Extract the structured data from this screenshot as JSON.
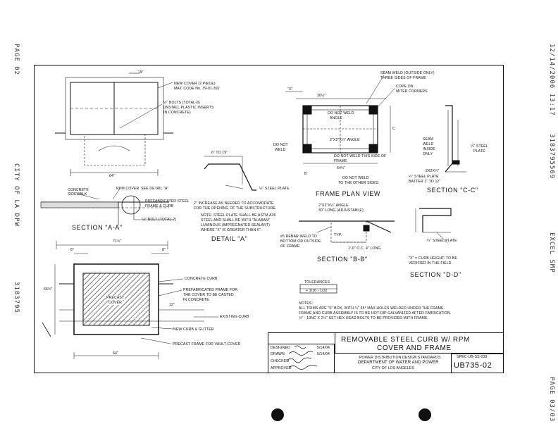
{
  "fax_header": {
    "page_top": "PAGE 02",
    "city": "CITY OF LA DPW",
    "number": "3183795",
    "date_time": "12/14/2006  13:17",
    "fax_number": "3183795569",
    "excel": "EXCEL SMP",
    "page_bottom": "PAGE 03/03"
  },
  "plan_view": {
    "new_cover": "NEW COVER (2 PIECE)",
    "mat_code": "MAT. CODE No. 39-01-392",
    "bolts": "½\" BOLTS (TOTAL-8)",
    "inserts1": "(INSTALL PLASTIC INSERTS",
    "inserts2": "IN CONCRETE)",
    "dim_a": "\"A\"",
    "dim_64": "64\""
  },
  "section_aa": {
    "concrete_sidewalk_1": "CONCRETE",
    "concrete_sidewalk_2": "SIDEWALK",
    "rpm_cover": "RPM COVER",
    "see_detail": "SEE DETAIL \"A\"",
    "prefab_1": "PREFABRICATED STEEL",
    "prefab_2": "FRAME & CURB",
    "bolt": "½\" BOLT (TOTAL-2)",
    "title": "SECTION \"A-A\""
  },
  "detail_a": {
    "dim": "6\" TO 19\"",
    "plate": "¼\" STEEL PLATE",
    "note1": "2\" INCREASE AS NEEDED TO ACCOMODATE",
    "note2": "FOR THE OPENING OF THE SUBSTRUCTURE.",
    "note3": "NOTE: STEEL PLATE SHALL BE ASTM A36",
    "note4": "STEEL AND SHALL BE WITH \"ALABAM\"",
    "note5": "LUMINOUS (IMPREGNATED SEALANT)",
    "note6": "WHERE \"X\" IS GREATER THAN 6\".",
    "title": "DETAIL \"A\""
  },
  "frame_plan": {
    "dim_x": "\"X\"",
    "dim_30": "30½\"",
    "seam_weld_1": "SEAM WELD (OUTSIDE ONLY)",
    "seam_weld_2": "THREE SIDES OF FRAME",
    "cope_1": "COPE ON",
    "cope_2": "MITER CORNERS",
    "do_not_weld_1": "DO NOT WELD",
    "do_not_weld_2": "ANGLE",
    "do_not_weld_3": "DO NOT",
    "do_not_weld_4": "WELD",
    "do_not_weld_5": "DO NOT WELD THIS SIDE OF",
    "do_not_weld_6": "FRAME",
    "angle": "2\"X2\"X¼\" ANGLE",
    "weld_other": "DO NOT WELD",
    "weld_other_2": "TO THE OTHER SIDES.",
    "dim_b": "B",
    "dim_c": "C",
    "dim_64": "64½\"",
    "title": "FRAME PLAN VIEW"
  },
  "section_cc": {
    "seam_weld_1": "SEAM",
    "seam_weld_2": "WELD",
    "seam_weld_3": "INSIDE",
    "seam_weld_4": "ONLY",
    "steel_plate_1": "¼\" STEEL",
    "steel_plate_2": "PLATE",
    "angle": "2X2X¼\"",
    "plate_1": "¼\" STEEL PLATE",
    "plate_2": "BATTER 1\" TO 12\"",
    "title": "SECTION \"C-C\""
  },
  "section_bb": {
    "angle_1": "2\"X2\"X¼\" ANGLE",
    "angle_2": "30\" LONG (ADJUSTABLE)",
    "weld_1": "#5 REBAR-WELD TO",
    "weld_2": "BOTTOM OR OUTSIDE",
    "weld_3": "OF FRAME",
    "typ": "TYP.",
    "spacing": "1'-0\" O.C. 4\" LONG",
    "title": "SECTION \"B-B\""
  },
  "section_dd": {
    "plate": "¼\" STEEL PLATE",
    "curb_1": "\"X\" = CURB HEIGHT. TO BE",
    "curb_2": "VERIFIED IN THE FIELD.",
    "title": "SECTION \"D-D\""
  },
  "lower_plan": {
    "dim_top": "71½\"",
    "dim_6": "6\"",
    "dim_8": "8\"",
    "dim_left": "66½\"",
    "dim_right": "12\"",
    "dim_bottom": "64\"",
    "cover_1": "PRECAST",
    "cover_2": "COVER",
    "concrete_curb": "CONCRETE CURB",
    "prefab_1": "PREFABRICATED FRAME FOR",
    "prefab_2": "THE COVER TO BE CASTED",
    "prefab_3": "IN CONCRETE.",
    "existing_curb": "EXISTING CURB",
    "new_curb": "NEW CURB & GUTTER",
    "precast_frame": "PRECAST FRAME FOR VAULT COVER"
  },
  "tolerance": {
    "header": "TOLERANCES",
    "row": "+ 1/16  - 1/32"
  },
  "notes": {
    "label": "NOTES:",
    "n1": "ALL TRIMS ARE \"S\" BOX. WITH ¼\" 45° MAX HOLES WELDED UNDER THE FRAME.",
    "n2": "FRAME AND CURB ASSEMBLY IS TO BE HOT-DIP GALVANIZED AFTER FABRICATION.",
    "n3": "½\" - 13NC X 2½\" SST HEX HEAD BOLTS TO BE PROVIDED WITH FRAME."
  },
  "title_block": {
    "title_1": "REMOVABLE STEEL CURB W/ RPM",
    "title_2": "COVER AND FRAME",
    "dept_1": "POWER DISTRIBUTION DESIGN STANDARDS",
    "dept_2": "DEPARTMENT OF WATER AND POWER",
    "dept_3": "CITY OF LOS ANGELES",
    "drawing_no": "UB735-02",
    "sheet_ref": "SPEC-UB-SS-039",
    "designed": "DESIGNED",
    "drawn": "DRAWN",
    "checked": "CHECKED",
    "approved": "APPROVED",
    "date_1": "5/14/04",
    "date_2": "5/14/04"
  }
}
